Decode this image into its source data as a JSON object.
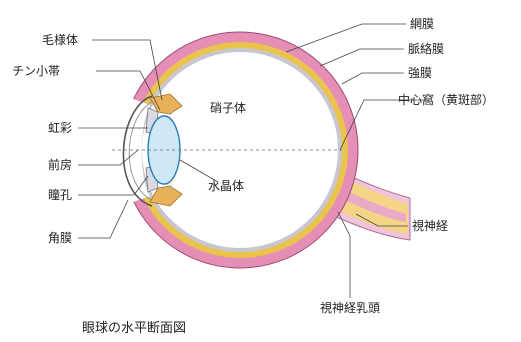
{
  "caption": "眼球の水平断面図",
  "labels": {
    "mouyoutai": "毛様体",
    "chinn": "チン小帯",
    "kousai": "虹彩",
    "zenbou": "前房",
    "doukou": "瞳孔",
    "kakumaku": "角膜",
    "glass": "硝子体",
    "lens": "水晶体",
    "retina": "網膜",
    "choroid": "脈絡膜",
    "sclera": "強膜",
    "fovea": "中心窩（黄斑部）",
    "optic_nerve": "視神経",
    "optic_disc": "視神経乳頭"
  },
  "colors": {
    "sclera": "#e58fb6",
    "choroid": "#e9c34c",
    "lens": "#cfe8f5",
    "lens_edge": "#2a7fb3",
    "ciliary": "#e8b25a",
    "iris": "#d9d9e6",
    "nerve": "#f3d585",
    "nerve_stripe": "#e9a9c7"
  }
}
